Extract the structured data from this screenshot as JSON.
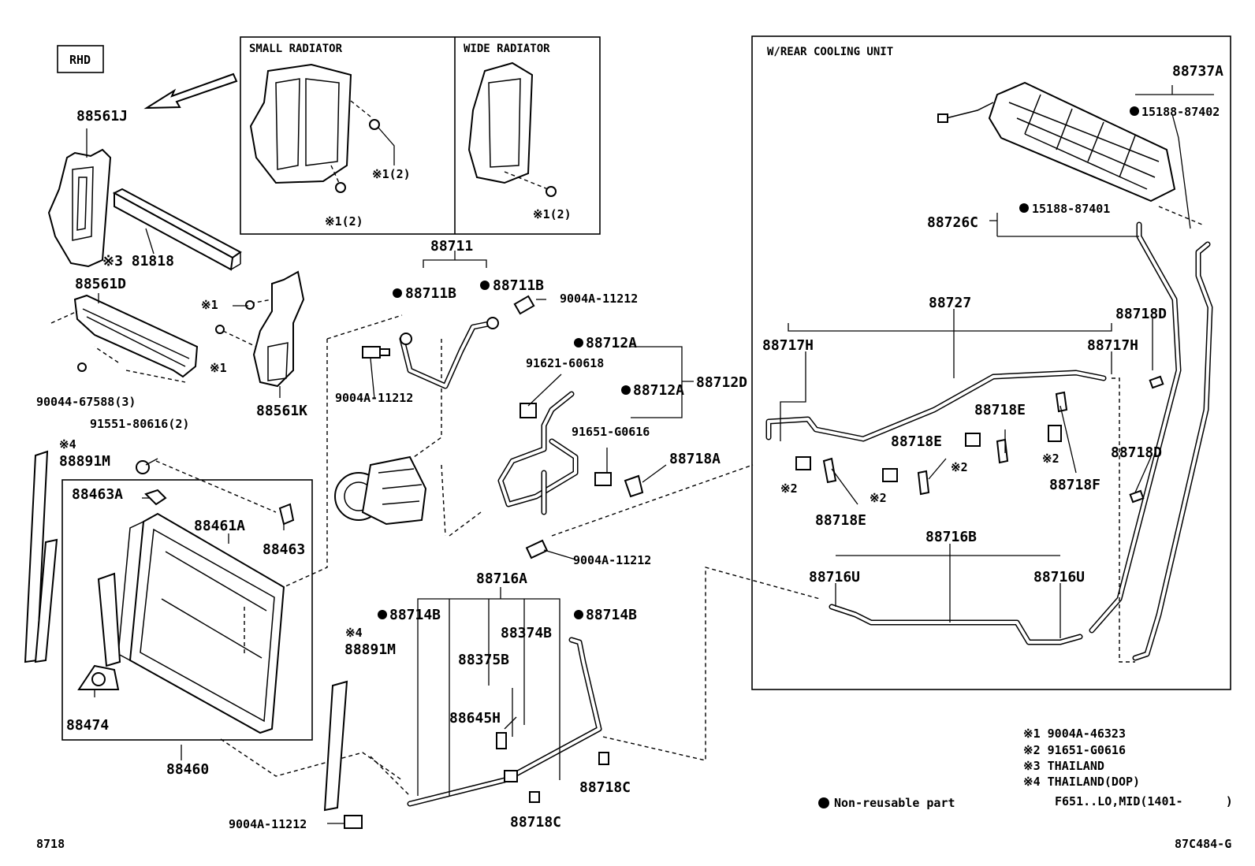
{
  "tags": {
    "rhd": "RHD",
    "small_radiator": "SMALL RADIATOR",
    "wide_radiator": "WIDE RADIATOR",
    "rear_cooling": "W/REAR COOLING UNIT"
  },
  "labels": {
    "p88561J": "88561J",
    "p81818": "※3 81818",
    "p88561D": "88561D",
    "p90044": "90044-67588(3)",
    "p88561K": "88561K",
    "mark1a": "※1",
    "mark1b": "※1",
    "small_n1": "※1(2)",
    "small_n2": "※1(2)",
    "wide_n1": "※1(2)",
    "p91551": "91551-80616(2)",
    "mark4a": "※4",
    "p88891Ma": "88891M",
    "p88463A": "88463A",
    "p88461A": "88461A",
    "p88463": "88463",
    "p88474": "88474",
    "p88460": "88460",
    "p88711": "88711",
    "p88711Ba": "88711B",
    "p88711Bb": "88711B",
    "p9004a_1": "9004A-11212",
    "p9004a_2": "9004A-11212",
    "p9004a_3": "9004A-11212",
    "p9004a_4": "9004A-11212",
    "p88712Aa": "88712A",
    "p88712Ab": "88712A",
    "p91621": "91621-60618",
    "p88712D": "88712D",
    "p91651": "91651-G0616",
    "p88718A": "88718A",
    "p88716A": "88716A",
    "p88714Ba": "88714B",
    "p88714Bb": "88714B",
    "mark4b": "※4",
    "p88891Mb": "88891M",
    "p88374B": "88374B",
    "p88375B": "88375B",
    "p88645H": "88645H",
    "p88718Ca": "88718C",
    "p88718Cb": "88718C",
    "p88737A": "88737A",
    "p15188_402": "15188-87402",
    "p15188_401": "15188-87401",
    "p88726C": "88726C",
    "p88727": "88727",
    "p88717Ha": "88717H",
    "p88717Hb": "88717H",
    "p88718Da": "88718D",
    "p88718Db": "88718D",
    "p88718Ea": "88718E",
    "p88718Eb": "88718E",
    "p88718Ec": "88718E",
    "mark2a": "※2",
    "mark2b": "※2",
    "mark2c": "※2",
    "mark2d": "※2",
    "p88718F": "88718F",
    "p88716B": "88716B",
    "p88716Ua": "88716U",
    "p88716Ub": "88716U"
  },
  "legend": {
    "non_reusable": "Non-reusable part",
    "notes": [
      "※1  9004A-46323",
      "※2  91651-G0616",
      "※3  THAILAND",
      "※4  THAILAND(DOP)"
    ],
    "range": "F651..LO,MID(1401-      )"
  },
  "footer": {
    "left_code": "8718",
    "right_code": "87C484-G"
  }
}
